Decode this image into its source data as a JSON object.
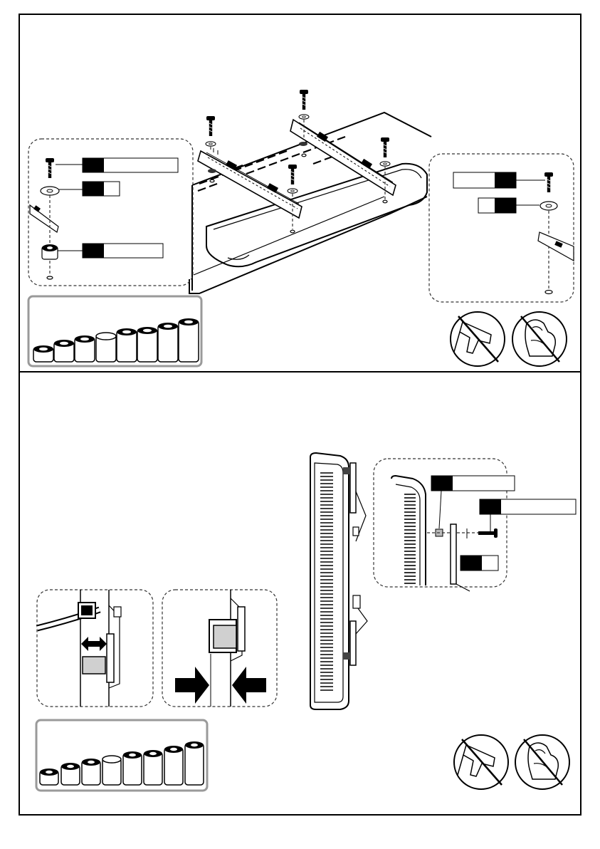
{
  "sheet": {
    "panels": [
      "mount-brackets-to-tv-back",
      "hang-tv-on-wall-plate"
    ],
    "warning_icons": [
      "no-power-drill-icon",
      "no-excessive-force-icon"
    ],
    "spacer_sets": 2,
    "spacers_per_set": 8,
    "callout_label_boxes": "blank",
    "colors": {
      "line": "#000000",
      "spacer_frame": "#9a9a9a",
      "background": "#ffffff"
    }
  }
}
